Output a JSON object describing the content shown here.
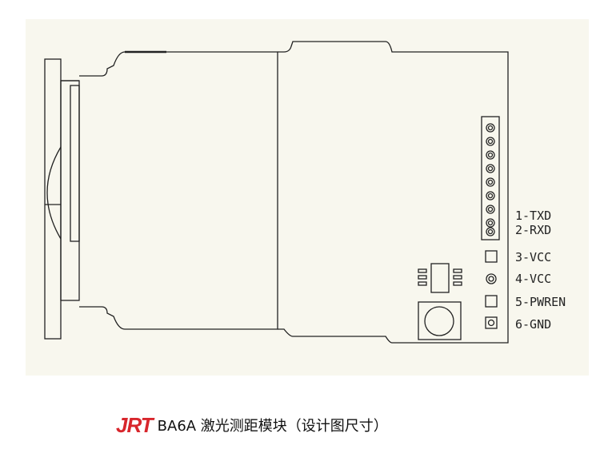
{
  "diagram": {
    "pin_labels": [
      "1-TXD",
      "2-RXD",
      "3-VCC",
      "4-VCC",
      "5-PWREN",
      "6-GND"
    ]
  },
  "caption": {
    "logo": "JRT",
    "title": "BA6A 激光测距模块（设计图尺寸）"
  },
  "colors": {
    "background": "#f8f7ee",
    "line": "#222222",
    "logo": "#d8262c"
  }
}
